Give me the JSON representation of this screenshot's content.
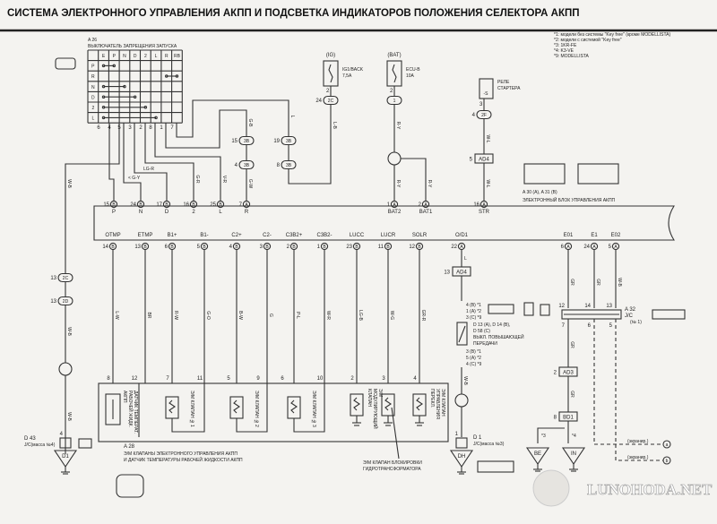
{
  "title": "СИСТЕМА ЭЛЕКТРОННОГО УПРАВЛЕНИЯ АКПП И ПОДСВЕТКА ИНДИКАТОРОВ ПОЛОЖЕНИЯ СЕЛЕКТОРА АКПП",
  "notes": [
    "*1: модели без системы \"Key free\" (кроме MODELLISTA)",
    "*2: модели с системой \"Key free\"",
    "*3: 1KR-FE",
    "*4: K3-VE",
    "*9: MODELLISTA"
  ],
  "inhibitor_switch": {
    "code": "A 26",
    "name": "ВЫКЛЮЧАТЕЛЬ ЗАПРЕЩЕНИЯ ЗАПУСКА",
    "columns": [
      "E",
      "P",
      "N",
      "D",
      "2",
      "L",
      "R",
      "RB"
    ],
    "rows": [
      "P",
      "R",
      "N",
      "D",
      "2",
      "L"
    ],
    "continuity": [
      [
        0,
        1
      ],
      [
        6,
        7
      ],
      [
        0,
        2
      ],
      [
        0,
        3
      ],
      [
        0,
        4
      ],
      [
        0,
        5
      ]
    ],
    "pins": [
      "6",
      "4",
      "5",
      "3",
      "2",
      "8",
      "1",
      "7"
    ]
  },
  "ecu": {
    "code": "A 30 (A), A 31 (B)",
    "name": "ЭЛЕКТРОННЫЙ БЛОК УПРАВЛЕНИЯ АКПП",
    "top_pins": [
      {
        "num": "15",
        "conn": "B",
        "label": "P"
      },
      {
        "num": "24",
        "conn": "B",
        "label": "N"
      },
      {
        "num": "17",
        "conn": "B",
        "label": "D"
      },
      {
        "num": "16",
        "conn": "B",
        "label": "2"
      },
      {
        "num": "25",
        "conn": "B",
        "label": "L"
      },
      {
        "num": "7",
        "conn": "A",
        "label": "R"
      },
      {
        "num": "1",
        "conn": "A",
        "label": "BAT2"
      },
      {
        "num": "2",
        "conn": "A",
        "label": "BAT1"
      },
      {
        "num": "16",
        "conn": "A",
        "label": "STR"
      }
    ],
    "bottom_pins": [
      {
        "num": "14",
        "conn": "B",
        "label": "OTMP",
        "wire": "L-W"
      },
      {
        "num": "13",
        "conn": "B",
        "label": "ETMP",
        "wire": "BR"
      },
      {
        "num": "6",
        "conn": "B",
        "label": "B1+",
        "wire": "R-W"
      },
      {
        "num": "5",
        "conn": "B",
        "label": "B1-",
        "wire": "G-O"
      },
      {
        "num": "4",
        "conn": "B",
        "label": "C2+",
        "wire": "B-W"
      },
      {
        "num": "3",
        "conn": "B",
        "label": "C2-",
        "wire": "G"
      },
      {
        "num": "2",
        "conn": "B",
        "label": "C3B2+",
        "wire": "P-L"
      },
      {
        "num": "1",
        "conn": "B",
        "label": "C3B2-",
        "wire": "W-R"
      },
      {
        "num": "23",
        "conn": "B",
        "label": "LUCC",
        "wire": "LG-B"
      },
      {
        "num": "11",
        "conn": "B",
        "label": "LUCR",
        "wire": "W-G"
      },
      {
        "num": "12",
        "conn": "B",
        "label": "SOLR",
        "wire": "GR-R"
      },
      {
        "num": "22",
        "conn": "A",
        "label": "O/D1",
        "wire": "L"
      },
      {
        "num": "6",
        "conn": "A",
        "label": "E01",
        "wire": "GR"
      },
      {
        "num": "24",
        "conn": "A",
        "label": "E1",
        "wire": "GR"
      },
      {
        "num": "5",
        "conn": "A",
        "label": "E02",
        "wire": "W-B"
      }
    ]
  },
  "top_wires": [
    "< G-Y",
    "LG-R",
    "G-R",
    "V-R",
    "G-W",
    "G-B",
    "L",
    "L-B",
    "R-Y",
    "R-Y",
    "R-Y",
    "W-L",
    "W-L",
    "W-B",
    "W-B",
    "W-B"
  ],
  "junctions": {
    "j15": {
      "num": "15",
      "code": "3B"
    },
    "j4": {
      "num": "4",
      "code": "3B"
    },
    "j19": {
      "num": "19",
      "code": "3B"
    },
    "j8": {
      "num": "8",
      "code": "3B"
    },
    "c2c_top": {
      "num": "24",
      "code": "2C"
    },
    "c1": {
      "num": "",
      "code": "1"
    },
    "c2f": {
      "num": "4",
      "code": "2F"
    },
    "ad4a": {
      "num": "5",
      "code": "AD4"
    },
    "c2c_left": {
      "num": "13",
      "code": "2C"
    },
    "c2d_left": {
      "num": "13",
      "code": "2D"
    },
    "ad4b": {
      "num": "13",
      "code": "AD4"
    },
    "ad3": {
      "num": "2",
      "code": "AD3"
    },
    "bd1": {
      "num": "8",
      "code": "BD1"
    }
  },
  "fuses": [
    {
      "source": "(IG)",
      "name": "IG1/BACK",
      "rating": "7,5A",
      "pin": "2"
    },
    {
      "source": "(BAT)",
      "name": "ECU-B",
      "rating": "10A",
      "pin": "2"
    }
  ],
  "relay": {
    "name1": "РЕЛЕ",
    "name2": "СТАРТЕРА",
    "terminal": "-S",
    "pin": "3"
  },
  "solenoids": {
    "pins": [
      "8",
      "12",
      "7",
      "11",
      "5",
      "9",
      "6",
      "10",
      "2",
      "3",
      "4"
    ],
    "names": [
      "ДАТЧИК ТЕМПЕРАТ. РАБОЧЕЙ ЖИДК. АКПП",
      "Э/М КЛАПАН №1",
      "Э/М КЛАПАН №2",
      "Э/М КЛАПАН №3",
      "Э/М МОДУЛИРУЮЩИЙ КЛАПАН",
      "Э/М КЛАПАН УПРАВЛЕНИЯ ПЕРЕКЛ."
    ],
    "code": "A 28",
    "desc1": "Э/М КЛАПАНЫ ЭЛЕКТРОННОГО УПРАВЛЕНИЯ АКПП",
    "desc2": "И ДАТЧИК ТЕМПЕРАТУРЫ РАБОЧЕЙ ЖИДКОСТИ АКПП",
    "lockup1": "Э/М КЛАПАН БЛОКИРОВКИ",
    "lockup2": "ГИДРОТРАНСФОРМАТОРА"
  },
  "od_switch": {
    "top_pins": [
      "4 (B) *1",
      "1 (A) *2",
      "3 (C) *9"
    ],
    "bottom_pins": [
      "3 (B) *1",
      "5 (A) *2",
      "4 (C) *9"
    ],
    "line1": "D 13 (A), D 14 (B),",
    "line2": "D 58 (C)",
    "line3": "ВЫКЛ. ПОВЫШАЮЩЕЙ",
    "line4": "ПЕРЕДАЧИ"
  },
  "grounds": {
    "d43_code": "D 43",
    "d43_name": "J/C(масса №4)",
    "d43_pin": "4",
    "d1_label": "D1",
    "d1_code": "D 1",
    "d1_name": "J/C(масса №3)",
    "d1_pin": "1",
    "dh_label": "DH",
    "be_label": "BE",
    "in_label": "IN",
    "be_note": "*3",
    "in_note": "*4"
  },
  "jc": {
    "code": "A 32",
    "name": "J/C",
    "num": "(№ 1)",
    "top_pins": [
      "12",
      "14",
      "13"
    ],
    "bottom_pins": [
      "7",
      "6",
      "5"
    ],
    "shield": "(экранир.)",
    "shield_a": "a",
    "shield_b": "b"
  },
  "watermark": "LUNOHODA.NET"
}
